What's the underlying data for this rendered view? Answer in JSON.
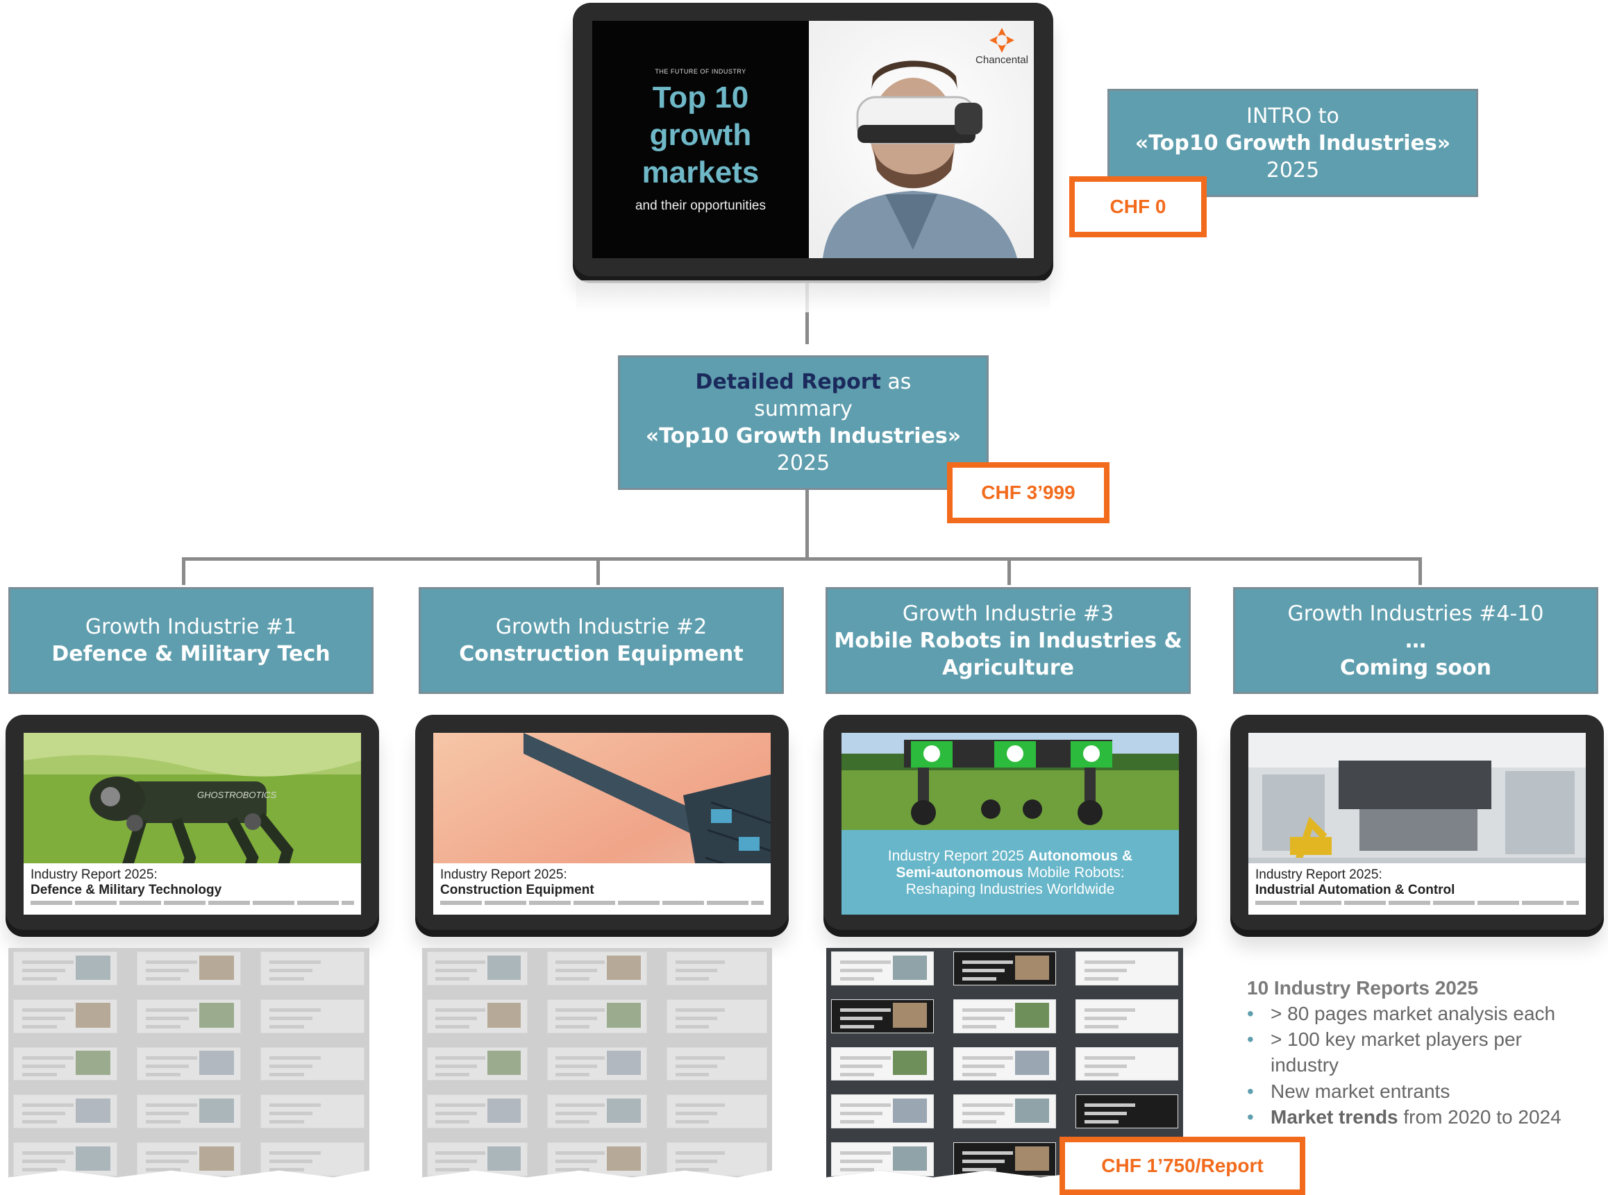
{
  "top_tablet": {
    "eyebrow": "THE FUTURE OF INDUSTRY",
    "title_line1": "Top 10",
    "title_line2": "growth",
    "title_line3": "markets",
    "subtitle": "and their opportunities",
    "brand": "Chancental"
  },
  "intro_box": {
    "line1": "INTRO to",
    "line2": "«Top10 Growth Industries»",
    "line3": "2025",
    "price": "CHF 0"
  },
  "detailed_box": {
    "highlight": "Detailed Report",
    "line1_rest": " as",
    "line2": "summary",
    "line3": "«Top10 Growth Industries»",
    "line4": "2025",
    "price": "CHF 3’999"
  },
  "industries": [
    {
      "line1": "Growth Industrie #1",
      "line2": "Defence & Military Tech",
      "line3": ""
    },
    {
      "line1": "Growth Industrie #2",
      "line2": "Construction Equipment",
      "line3": ""
    },
    {
      "line1": "Growth Industrie #3",
      "line2": "Mobile Robots in Industries &",
      "line3": "Agriculture"
    },
    {
      "line1": "Growth Industries #4-10",
      "line2": "…",
      "line3": "Coming soon"
    }
  ],
  "report_covers": [
    {
      "l1": "Industry Report 2025:",
      "l2": "Defence & Military Technology",
      "logo": "GHOSTROBOTICS"
    },
    {
      "l1": "Industry Report 2025:",
      "l2": "Construction Equipment"
    },
    {
      "l1": "Industry Report 2025 ",
      "l1b": "Autonomous &",
      "l2a": "Semi-autonomous",
      "l2b": " Mobile Robots:",
      "l3": "Reshaping Industries Worldwide"
    },
    {
      "l1": "Industry Report 2025:",
      "l2": "Industrial Automation & Control"
    }
  ],
  "report_price": "CHF 1’750/Report",
  "summary": {
    "title": "10 Industry Reports 2025",
    "bullets": [
      {
        "plain": "> 80 pages market analysis each",
        "bold": ""
      },
      {
        "plain": "> 100 key market players per industry",
        "bold": ""
      },
      {
        "plain": "New market entrants",
        "bold": ""
      },
      {
        "bold": "Market trends",
        "plain": " from 2020 to 2024"
      }
    ]
  },
  "colors": {
    "teal": "#5f9eae",
    "orange": "#f26b1d",
    "navy": "#1b2a5c",
    "cover_teal": "#67b6c9"
  }
}
